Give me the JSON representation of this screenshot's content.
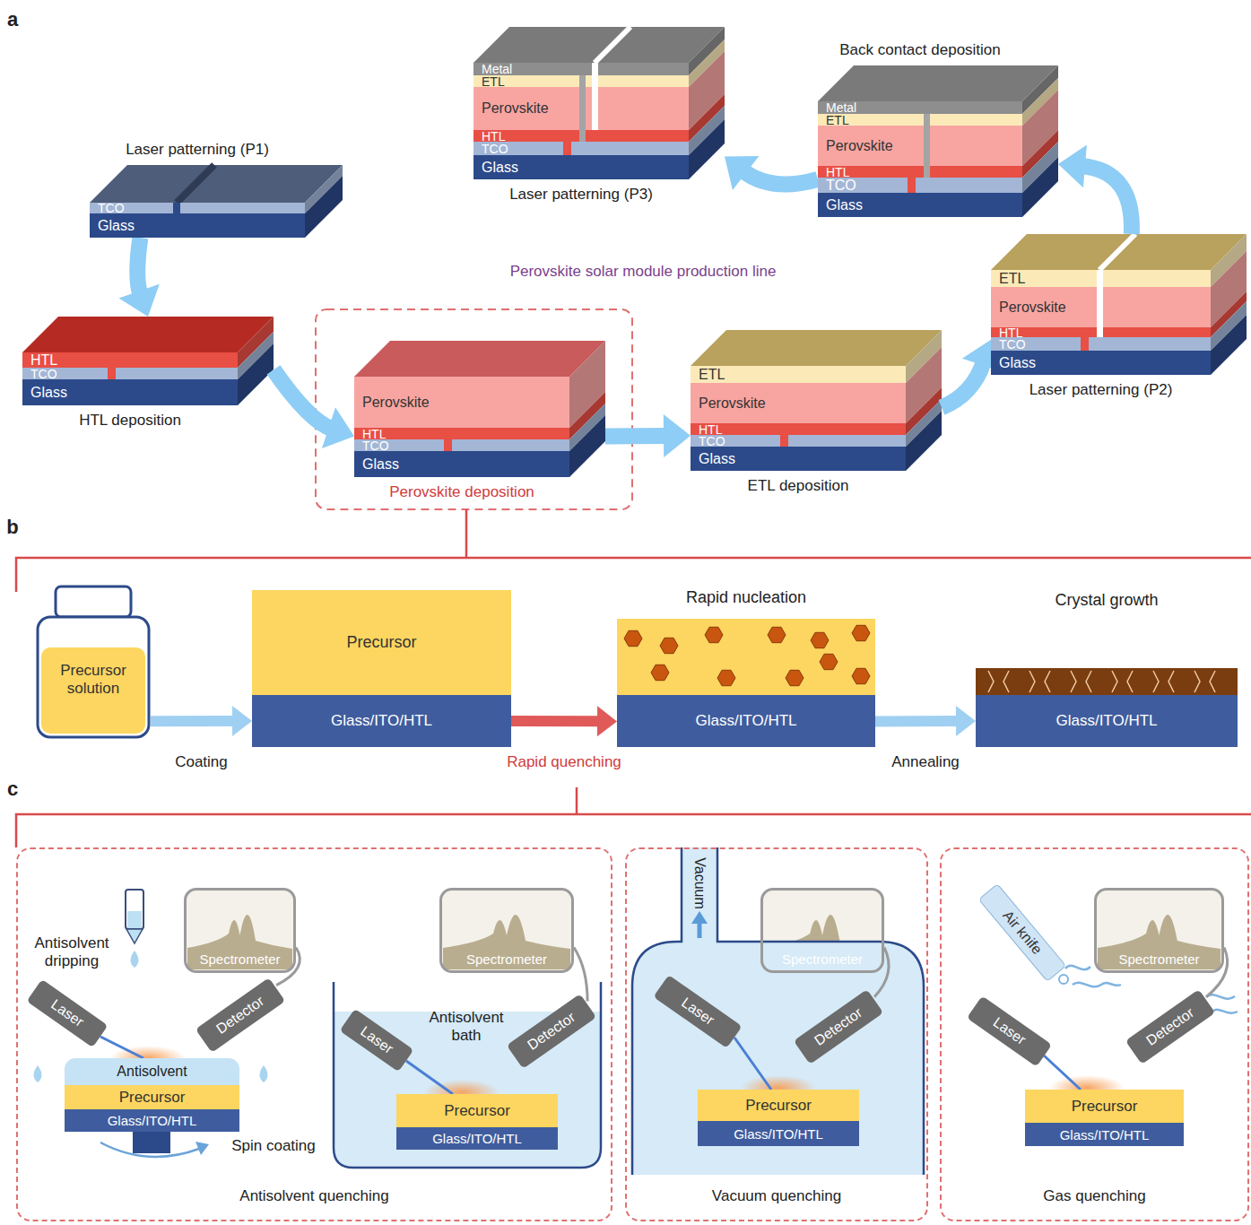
{
  "diagram": {
    "nodes": [
      {
        "text": [
          "Laser patterning (P1)"
        ]
      },
      {
        "text": [
          "TCO"
        ],
        "in": 0
      },
      {
        "text": [
          "Glass"
        ],
        "in": 0
      },
      {
        "text": [
          "Laser patterning (P3)"
        ]
      },
      {
        "text": [
          "Metal"
        ],
        "in": 3
      },
      {
        "text": [
          "ETL"
        ],
        "in": 3
      },
      {
        "text": [
          "Perovskite"
        ],
        "in": 3
      },
      {
        "text": [
          "HTL"
        ],
        "in": 3
      },
      {
        "text": [
          "TCO"
        ],
        "in": 3
      },
      {
        "text": [
          "Glass"
        ],
        "in": 3
      },
      {
        "text": [
          "Back contact deposition"
        ]
      },
      {
        "text": [
          "Metal"
        ],
        "in": 10
      },
      {
        "text": [
          "ETL"
        ],
        "in": 10
      },
      {
        "text": [
          "Perovskite"
        ],
        "in": 10
      },
      {
        "text": [
          "HTL"
        ],
        "in": 10
      },
      {
        "text": [
          "TCO"
        ],
        "in": 10
      },
      {
        "text": [
          "Glass"
        ],
        "in": 10
      },
      {
        "text": [
          "Laser patterning (P2)"
        ]
      },
      {
        "text": [
          "ETL"
        ],
        "in": 17
      },
      {
        "text": [
          "Perovskite"
        ],
        "in": 17
      },
      {
        "text": [
          "HTL"
        ],
        "in": 17
      },
      {
        "text": [
          "TCO"
        ],
        "in": 17
      },
      {
        "text": [
          "Glass"
        ],
        "in": 17
      },
      {
        "text": [
          "HTL deposition"
        ]
      },
      {
        "text": [
          "HTL"
        ],
        "in": 23
      },
      {
        "text": [
          "TCO"
        ],
        "in": 23
      },
      {
        "text": [
          "Glass"
        ],
        "in": 23
      },
      {
        "text": [
          "Perovskite deposition"
        ]
      },
      {
        "text": [
          "Perovskite"
        ],
        "in": 27
      },
      {
        "text": [
          "HTL"
        ],
        "in": 27
      },
      {
        "text": [
          "TCO"
        ],
        "in": 27
      },
      {
        "text": [
          "Glass"
        ],
        "in": 27
      },
      {
        "text": [
          "ETL deposition"
        ]
      },
      {
        "text": [
          "ETL"
        ],
        "in": 32
      },
      {
        "text": [
          "Perovskite"
        ],
        "in": 32
      },
      {
        "text": [
          "HTL"
        ],
        "in": 32
      },
      {
        "text": [
          "TCO"
        ],
        "in": 32
      },
      {
        "text": [
          "Glass"
        ],
        "in": 32
      },
      {
        "text": [
          "Precursor solution"
        ]
      },
      {
        "text": [
          "Precursor"
        ]
      },
      {
        "text": [
          "Glass/ITO/HTL"
        ]
      },
      {
        "text": [
          "Rapid nucleation"
        ]
      },
      {
        "text": [
          "Glass/ITO/HTL"
        ],
        "in": 41
      },
      {
        "text": [
          "Crystal growth"
        ]
      },
      {
        "text": [
          "Glass/ITO/HTL"
        ],
        "in": 43
      },
      {
        "text": [
          "Antisolvent quenching"
        ]
      },
      {
        "text": [
          "Spectrometer"
        ],
        "in": 45
      },
      {
        "text": [
          "Laser"
        ],
        "in": 45
      },
      {
        "text": [
          "Detector"
        ],
        "in": 45
      },
      {
        "text": [
          "Antisolvent"
        ],
        "in": 45
      },
      {
        "text": [
          "Precursor"
        ],
        "in": 45
      },
      {
        "text": [
          "Glass/ITO/HTL"
        ],
        "in": 45
      },
      {
        "text": [
          "Spectrometer"
        ],
        "in": 45
      },
      {
        "text": [
          "Laser"
        ],
        "in": 45
      },
      {
        "text": [
          "Detector"
        ],
        "in": 45
      },
      {
        "text": [
          "Precursor"
        ],
        "in": 45
      },
      {
        "text": [
          "Glass/ITO/HTL"
        ],
        "in": 45
      },
      {
        "text": [
          "Vacuum quenching"
        ]
      },
      {
        "text": [
          "Spectrometer"
        ],
        "in": 57
      },
      {
        "text": [
          "Laser"
        ],
        "in": 57
      },
      {
        "text": [
          "Detector"
        ],
        "in": 57
      },
      {
        "text": [
          "Precursor"
        ],
        "in": 57
      },
      {
        "text": [
          "Glass/ITO/HTL"
        ],
        "in": 57
      },
      {
        "text": [
          "Gas quenching"
        ]
      },
      {
        "text": [
          "Air knife"
        ],
        "in": 63
      },
      {
        "text": [
          "Spectrometer"
        ],
        "in": 63
      },
      {
        "text": [
          "Laser"
        ],
        "in": 63
      },
      {
        "text": [
          "Detector"
        ],
        "in": 63
      },
      {
        "text": [
          "Precursor"
        ],
        "in": 63
      },
      {
        "text": [
          "Glass/ITO/HTL"
        ],
        "in": 63
      }
    ],
    "edges": [
      {
        "from": 0,
        "to": 23,
        "arrow": "to"
      },
      {
        "from": 23,
        "to": 27,
        "arrow": "to"
      },
      {
        "from": 27,
        "to": 32,
        "arrow": "to"
      },
      {
        "from": 32,
        "to": 17,
        "arrow": "to"
      },
      {
        "from": 17,
        "to": 10,
        "arrow": "to"
      },
      {
        "from": 10,
        "to": 3,
        "arrow": "to"
      },
      {
        "from": 38,
        "to": 40,
        "label": "Coating",
        "arrow": "to"
      },
      {
        "from": 40,
        "to": 41,
        "label": "Rapid quenching",
        "arrow": "to"
      },
      {
        "from": 41,
        "to": 43,
        "label": "Annealing",
        "arrow": "to"
      },
      {
        "from": 46,
        "to": 48,
        "arrow": "none"
      },
      {
        "from": 52,
        "to": 54,
        "arrow": "none"
      },
      {
        "from": 58,
        "to": 60,
        "arrow": "none"
      },
      {
        "from": 65,
        "to": 67,
        "arrow": "none"
      }
    ],
    "labels": [
      "a",
      "b",
      "c",
      "Perovskite solar module production line",
      "Antisolvent dripping",
      "Spin coating",
      "Antisolvent bath",
      "Vacuum"
    ]
  }
}
